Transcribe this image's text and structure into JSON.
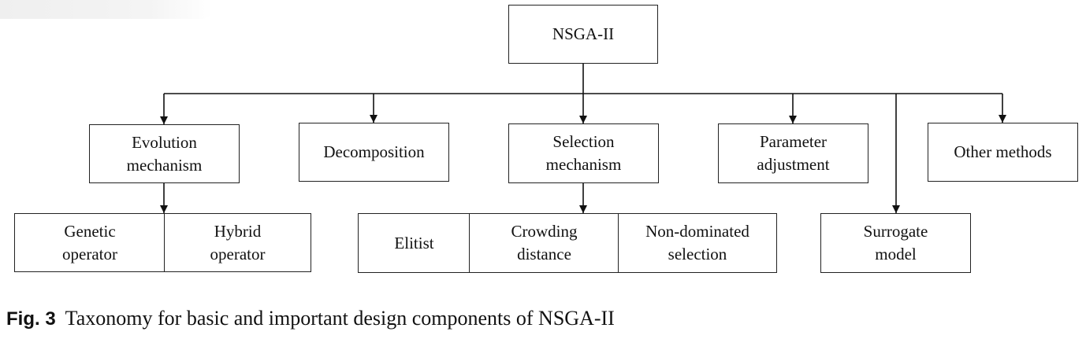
{
  "diagram": {
    "root": "NSGA-II",
    "evolution_mechanism": "Evolution\nmechanism",
    "decomposition": "Decomposition",
    "selection_mechanism": "Selection\nmechanism",
    "parameter_adjustment": "Parameter\nadjustment",
    "other_methods": "Other methods",
    "genetic_operator": "Genetic\noperator",
    "hybrid_operator": "Hybrid\noperator",
    "elitist": "Elitist",
    "crowding_distance": "Crowding\ndistance",
    "non_dominated_selection": "Non-dominated\nselection",
    "surrogate_model": "Surrogate\nmodel"
  },
  "caption": {
    "label": "Fig. 3",
    "text": "Taxonomy for basic and important design components of NSGA-II"
  }
}
